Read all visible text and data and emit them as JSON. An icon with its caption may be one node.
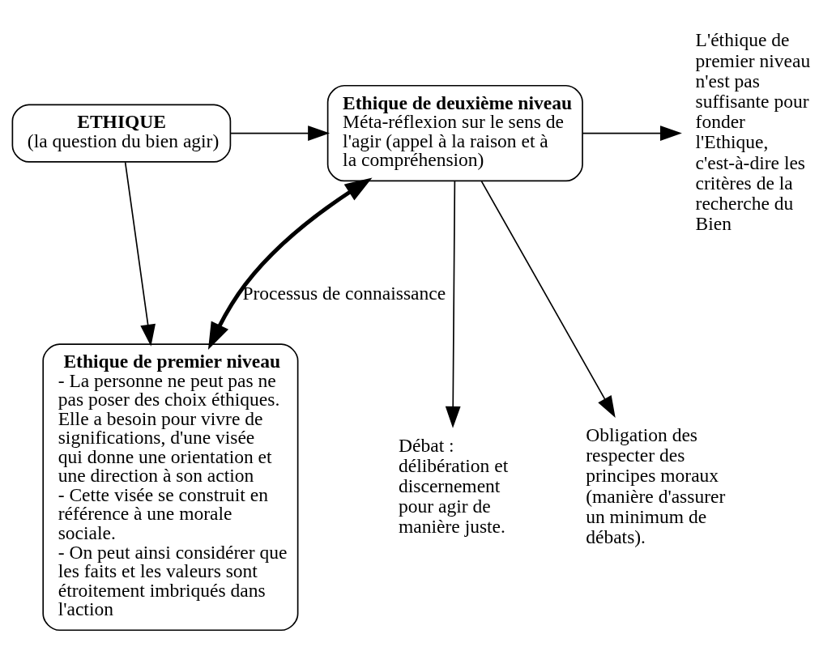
{
  "diagram": {
    "nodes": [
      {
        "text": [
          "ETHIQUE",
          "(la question du bien agir)"
        ]
      },
      {
        "text": [
          "Ethique de deuxième niveau",
          "Méta-réflexion sur le sens de l'agir (appel à la raison et à la compréhension)"
        ]
      },
      {
        "text": [
          "L'éthique de premier niveau n'est pas suffisante pour fonder l'Ethique, c'est-à-dire les critères de la recherche du Bien"
        ]
      },
      {
        "text": [
          "Ethique de premier niveau",
          "- La personne ne peut pas ne pas poser des choix éthiques. Elle a besoin pour vivre de significations, d'une visée qui donne une orientation et une direction à son action",
          "- Cette visée se construit en référence à une morale sociale.",
          "- On peut ainsi considérer que les faits et les valeurs sont étroitement imbriqués dans l'action"
        ]
      },
      {
        "text": [
          "Débat : délibération et discernement pour agir de manière juste."
        ]
      },
      {
        "text": [
          "Obligation des respecter des principes moraux (manière d'assurer un minimum de débats)."
        ]
      }
    ],
    "edges": [
      {
        "from": 0,
        "to": 1,
        "arrow": "to"
      },
      {
        "from": 0,
        "to": 3,
        "arrow": "to"
      },
      {
        "from": 1,
        "to": 2,
        "arrow": "to"
      },
      {
        "from": 1,
        "to": 3,
        "arrow": "both",
        "label": "Processus de connaissance",
        "style": "thick"
      },
      {
        "from": 1,
        "to": 4,
        "arrow": "to"
      },
      {
        "from": 1,
        "to": 5,
        "arrow": "to"
      }
    ]
  }
}
